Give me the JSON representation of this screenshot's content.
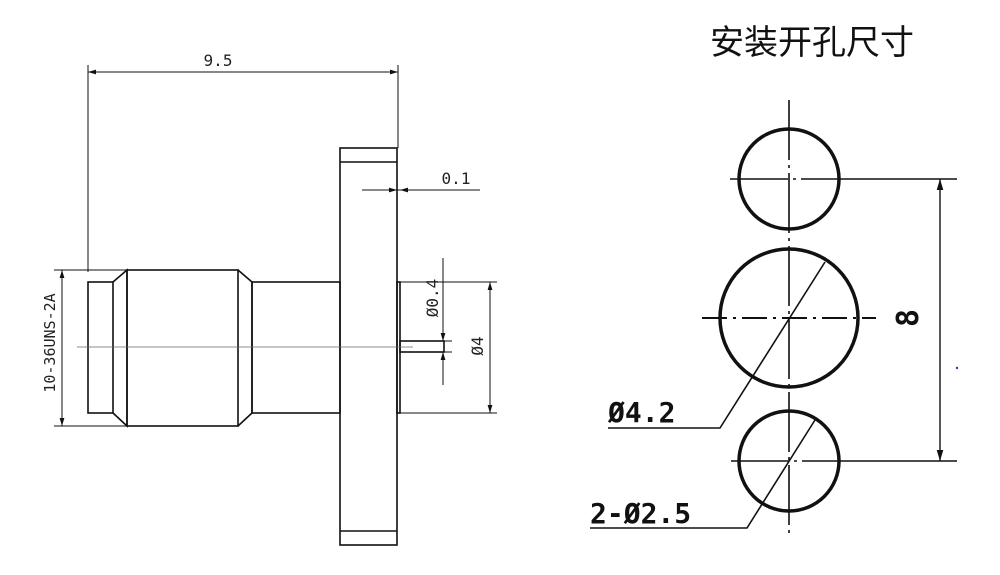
{
  "side_view": {
    "length_label": "9.5",
    "gap_label": "0.1",
    "pin_diameter_label": "Ø0.4",
    "flange_boss_label": "Ø4",
    "thread_label": "10-36UNS-2A"
  },
  "mounting_hole": {
    "title": "安装开孔尺寸",
    "center_hole_label": "Ø4.2",
    "screw_holes_label": "2-Ø2.5",
    "spacing_label": "8"
  }
}
